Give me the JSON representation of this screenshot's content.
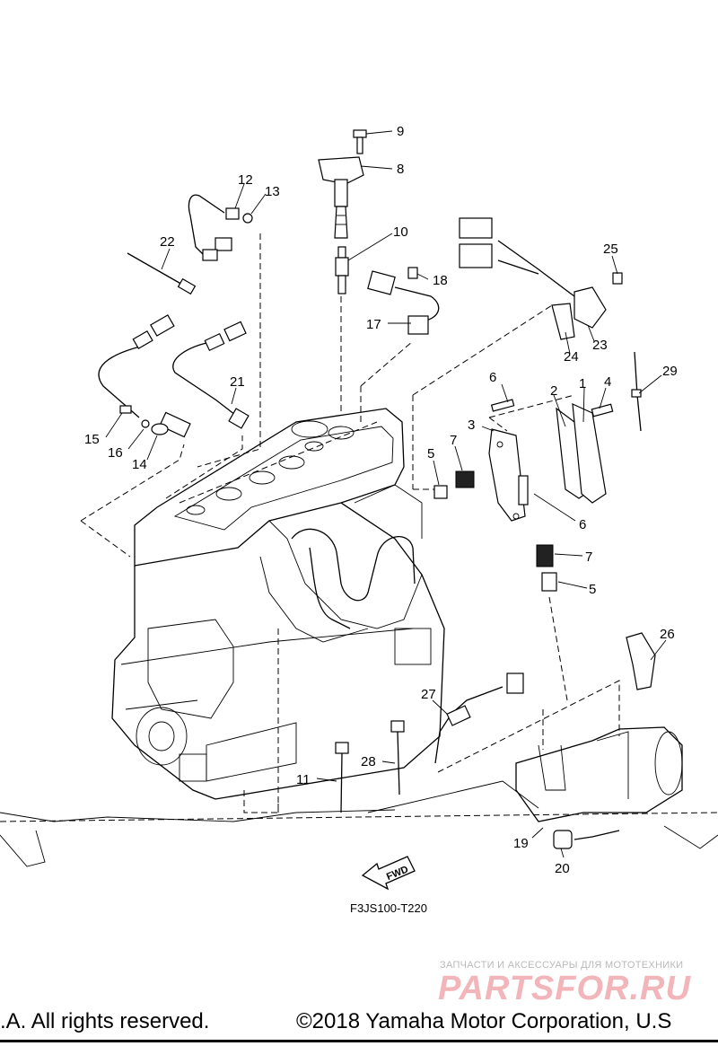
{
  "diagram": {
    "callouts": {
      "c1": "1",
      "c2": "2",
      "c3": "3",
      "c4": "4",
      "c5a": "5",
      "c5b": "5",
      "c6a": "6",
      "c6b": "6",
      "c7a": "7",
      "c7b": "7",
      "c8": "8",
      "c9": "9",
      "c10": "10",
      "c11": "11",
      "c12": "12",
      "c13": "13",
      "c14": "14",
      "c15": "15",
      "c16": "16",
      "c17": "17",
      "c18": "18",
      "c19": "19",
      "c20": "20",
      "c21": "21",
      "c22": "22",
      "c23": "23",
      "c24": "24",
      "c25": "25",
      "c26": "26",
      "c27": "27",
      "c28": "28",
      "c29": "29"
    },
    "fwd_label": "FWD",
    "figure_code": "F3JS100-T220"
  },
  "watermark": {
    "tagline": "ЗАПЧАСТИ И АКСЕССУАРЫ ДЛЯ МОТОТЕХНИКИ",
    "logo": "PARTSFOR.RU"
  },
  "footer": {
    "left": ".A. All rights reserved.",
    "right": "©2018 Yamaha Motor Corporation, U.S"
  }
}
